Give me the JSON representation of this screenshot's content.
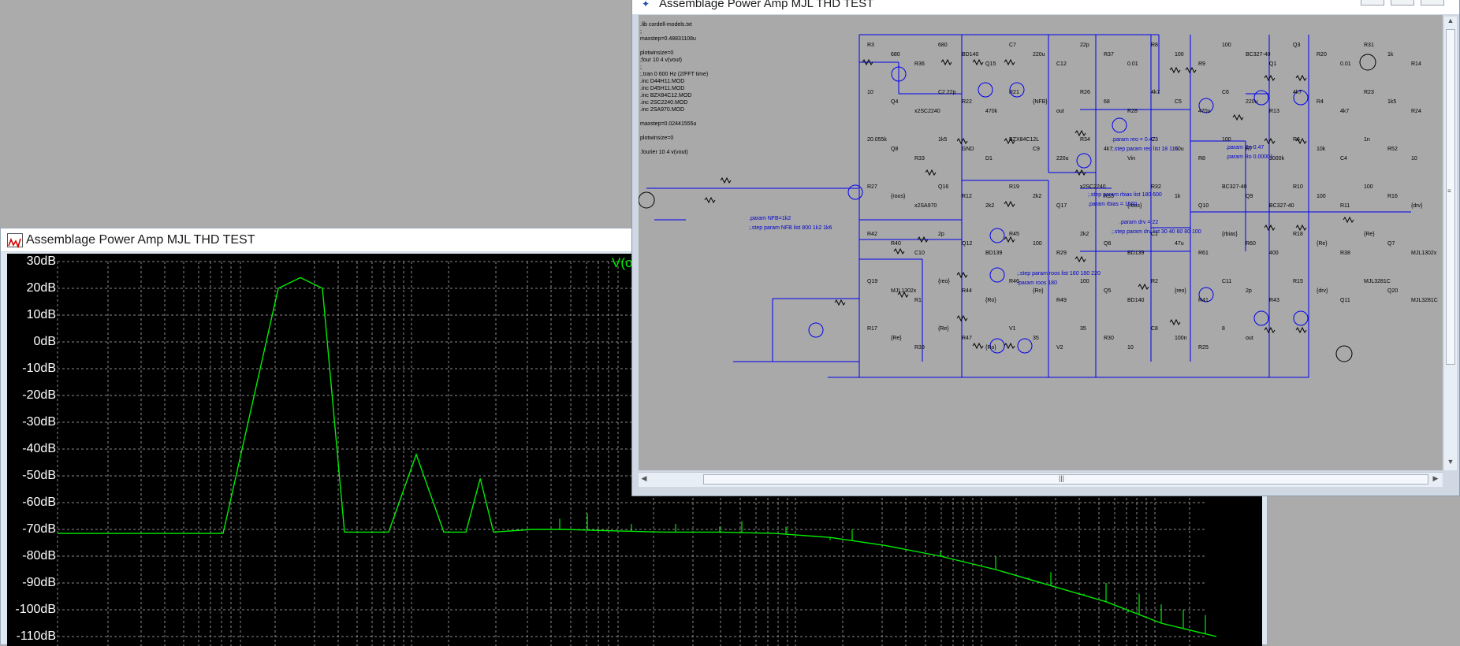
{
  "plot_window": {
    "title": "Assemblage Power Amp MJL THD TEST",
    "trace_label": "V(o",
    "trace_color": "#00ee00",
    "background": "#000000",
    "y_tick_labels": [
      "30dB",
      "20dB",
      "10dB",
      "0dB",
      "-10dB",
      "-20dB",
      "-30dB",
      "-40dB",
      "-50dB",
      "-60dB",
      "-70dB",
      "-80dB",
      "-90dB",
      "-100dB",
      "-110dB"
    ]
  },
  "chart_data": {
    "type": "line",
    "title": "",
    "xlabel": "",
    "ylabel": "",
    "ylim": [
      -110,
      30
    ],
    "grid": true,
    "series": [
      {
        "name": "V(o",
        "points": [
          [
            0,
            -71.5
          ],
          [
            0.15,
            -71.5
          ],
          [
            0.2,
            20
          ],
          [
            0.22,
            24
          ],
          [
            0.24,
            20
          ],
          [
            0.26,
            -71
          ],
          [
            0.3,
            -71
          ],
          [
            0.325,
            -42
          ],
          [
            0.35,
            -71
          ],
          [
            0.37,
            -71
          ],
          [
            0.383,
            -51
          ],
          [
            0.395,
            -71
          ],
          [
            0.43,
            -70
          ],
          [
            0.46,
            -70
          ],
          [
            0.5,
            -70.5
          ],
          [
            0.55,
            -71
          ],
          [
            0.6,
            -71
          ],
          [
            0.65,
            -71.5
          ],
          [
            0.7,
            -73
          ],
          [
            0.75,
            -76
          ],
          [
            0.8,
            -80
          ],
          [
            0.85,
            -85
          ],
          [
            0.9,
            -91
          ],
          [
            0.95,
            -97
          ],
          [
            1.0,
            -105
          ],
          [
            1.05,
            -110
          ]
        ]
      }
    ]
  },
  "schematic_window": {
    "title": "Assemblage Power Amp MJL THD TEST",
    "netlist_lines": [
      ".lib cordell-models.txt",
      ";",
      "maxstep=0.48831108u",
      "",
      "plotwinsize=0",
      ";four 10 4 v(vout)",
      ";",
      ";.tran 0 600 Hz (2/FFT time)",
      ".inc D44H11.MOD",
      ".inc D45H11.MOD",
      ".inc BZX84C12.MOD",
      ".inc 2SC2240.MOD",
      ".inc 2SA970.MOD",
      "",
      "maxstep=0.02441555u",
      "",
      "plotwinsize=0",
      "",
      ".fourier 10 4 v(vout)"
    ],
    "directives": [
      ".param NFB=1k2",
      ";.step param NFB list 800 1k2 1k6",
      ".param reo = 0.47",
      ";.step param reo list 18 115",
      ".param Re 0.47",
      ".param Ro 0.00001",
      ";.step param rbias list 180 600",
      ".param rbias = 1560",
      ".param drv = 22",
      ";.step param drv list 30 40 60 80 100",
      ";.step param roos list 160 180 220",
      ".param roos 180"
    ],
    "component_labels": [
      "R3",
      "680",
      "R36",
      "680",
      "BD140",
      "Q15",
      "C7",
      "220u",
      "C12",
      "22p",
      "R37",
      "0.01",
      "R8",
      "100",
      "R9",
      "100",
      "BC327-40",
      "Q1",
      "Q3",
      "R20",
      "0.01",
      "R31",
      "1k",
      "R14",
      "10",
      "Q4",
      "x2SC2240",
      "C2 22p",
      "R22",
      "470k",
      "R21",
      "{NFB}",
      "out",
      "R26",
      "68",
      "R28",
      "4k7",
      "C5",
      "470u",
      "C6",
      "220u",
      "R13",
      "4k7",
      "R4",
      "4k7",
      "R23",
      "1k5",
      "R24",
      "20.055k",
      "Q8",
      "R33",
      "1k5",
      "GND",
      "D1",
      "BZX84C12L",
      "C9",
      "220u",
      "R34",
      "4k7",
      "Vin",
      "C3",
      "60u",
      "R8",
      "100",
      "R7",
      "1000k",
      "R6",
      "10k",
      "C4",
      "1n",
      "R52",
      "10",
      "R27",
      "{roos}",
      "x2SA970",
      "Q16",
      "R12",
      "2k2",
      "R19",
      "2k2",
      "Q17",
      "x2SC2240",
      "R35",
      "{roos}",
      "R32",
      "1k",
      "Q10",
      "BC327-40",
      "Q9",
      "BC327-40",
      "R10",
      "100",
      "R11",
      "100",
      "R16",
      "{drv}",
      "R42",
      "R40",
      "C10",
      "2p",
      "Q12",
      "BD139",
      "R45",
      "100",
      "R29",
      "2k2",
      "Q6",
      "BD139",
      "C1",
      "47u",
      "R61",
      "{rbias}",
      "R60",
      "400",
      "R18",
      "{Re}",
      "R38",
      "{Re}",
      "Q7",
      "MJL1302x",
      "Q19",
      "MJL1302x",
      "R1",
      "{reo}",
      "R44",
      "{Ro}",
      "R46",
      "{Ro}",
      "R49",
      "100",
      "Q5",
      "BD140",
      "R2",
      "{reo}",
      "R41",
      "C11",
      "2p",
      "R43",
      "R15",
      "{drv}",
      "Q11",
      "MJL3281C",
      "Q20",
      "MJL3281C",
      "R17",
      "{Re}",
      "R39",
      "{Re}",
      "R47",
      "{Ro}",
      "V1",
      "35",
      "V2",
      "35",
      "R30",
      "10",
      "C8",
      "100n",
      "R25",
      "8",
      "out"
    ],
    "wire_color": "#0000ee"
  }
}
